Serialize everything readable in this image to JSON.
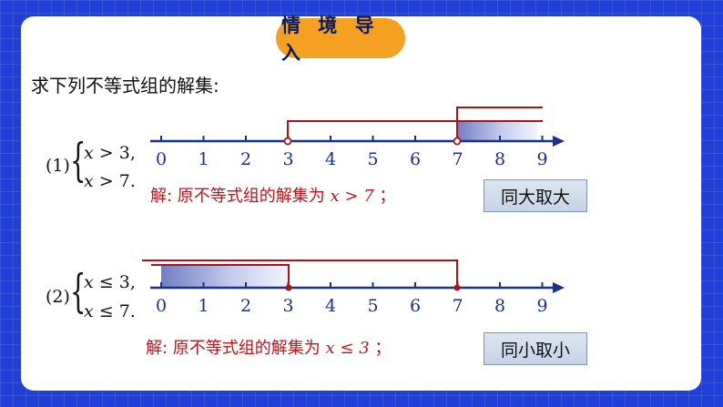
{
  "header": {
    "title": "情 境 导 入"
  },
  "instruction": "求下列不等式组的解集:",
  "problems": [
    {
      "label": "(1)",
      "inequalities": [
        {
          "var": "x",
          "op": ">",
          "value": "3,"
        },
        {
          "var": "x",
          "op": ">",
          "value": "7."
        }
      ],
      "solution_prefix": "解: 原不等式组的解集为 ",
      "solution_math": "x > 7",
      "solution_suffix": " ；",
      "rule": "同大取大",
      "ticks": [
        "0",
        "1",
        "2",
        "3",
        "4",
        "5",
        "6",
        "7",
        "8",
        "9"
      ]
    },
    {
      "label": "(2)",
      "inequalities": [
        {
          "var": "x",
          "op": "≤",
          "value": "3,"
        },
        {
          "var": "x",
          "op": "≤",
          "value": "7."
        }
      ],
      "solution_prefix": "解: 原不等式组的解集为 ",
      "solution_math": "x ≤ 3",
      "solution_suffix": " ；",
      "rule": "同小取小",
      "ticks": [
        "0",
        "1",
        "2",
        "3",
        "4",
        "5",
        "6",
        "7",
        "8",
        "9"
      ]
    }
  ],
  "colors": {
    "background": "#1f3fd6",
    "accent": "#f4a020",
    "axis": "#1b2f8f",
    "solution": "#c0121a",
    "ray": "#b0101a"
  }
}
